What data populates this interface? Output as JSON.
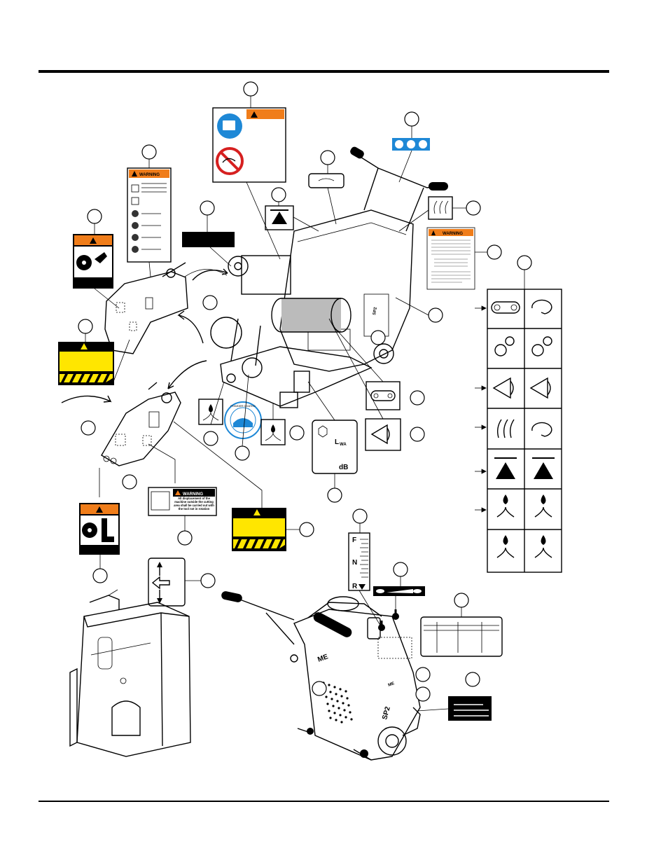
{
  "decals": {
    "warning_text": "WARNING",
    "small_warning_body": "All displacement of the machine outside the cutting area shall be carried out with the tool not in rotation",
    "lwa_label": "L",
    "lwa_sub": "WA",
    "db_label": "dB",
    "powder_coated": "POWDER COATED",
    "fnr_top": "F",
    "fnr_mid": "N",
    "fnr_bot": "R",
    "right_warning_title": "WARNING"
  },
  "colors": {
    "orange": "#f07d1a",
    "yellow": "#ffe600",
    "blue": "#1e88d6",
    "black": "#000000"
  }
}
